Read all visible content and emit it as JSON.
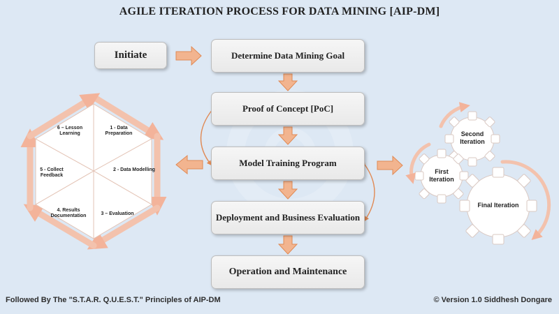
{
  "title": "AGILE ITERATION PROCESS FOR DATA MINING [AIP-DM]",
  "initiate": "Initiate",
  "steps": [
    "Determine Data Mining Goal",
    "Proof of Concept [PoC]",
    "Model Training Program",
    "Deployment and Business Evaluation",
    "Operation and Maintenance"
  ],
  "wheel": {
    "segments": [
      "1 - Data Preparation",
      "2 - Data Modelling",
      "3 – Evaluation",
      "4. Results Documentation",
      "5 - Collect Feedback",
      "6 – Lesson Learning"
    ]
  },
  "gears": {
    "first": "First Iteration",
    "second": "Second Iteration",
    "final": "Final Iteration"
  },
  "footer": {
    "left": "Followed By The \"S.T.A.R. Q.U.E.S.T.\" Principles of AIP-DM",
    "right": "© Version 1.0 Siddhesh Dongare"
  },
  "colors": {
    "background": "#dde8f4",
    "arrow_fill": "#f2b48f",
    "arrow_stroke": "#e08a55",
    "wheel_ring": "#f3c2ad",
    "box_fill": "#eeeeee"
  }
}
